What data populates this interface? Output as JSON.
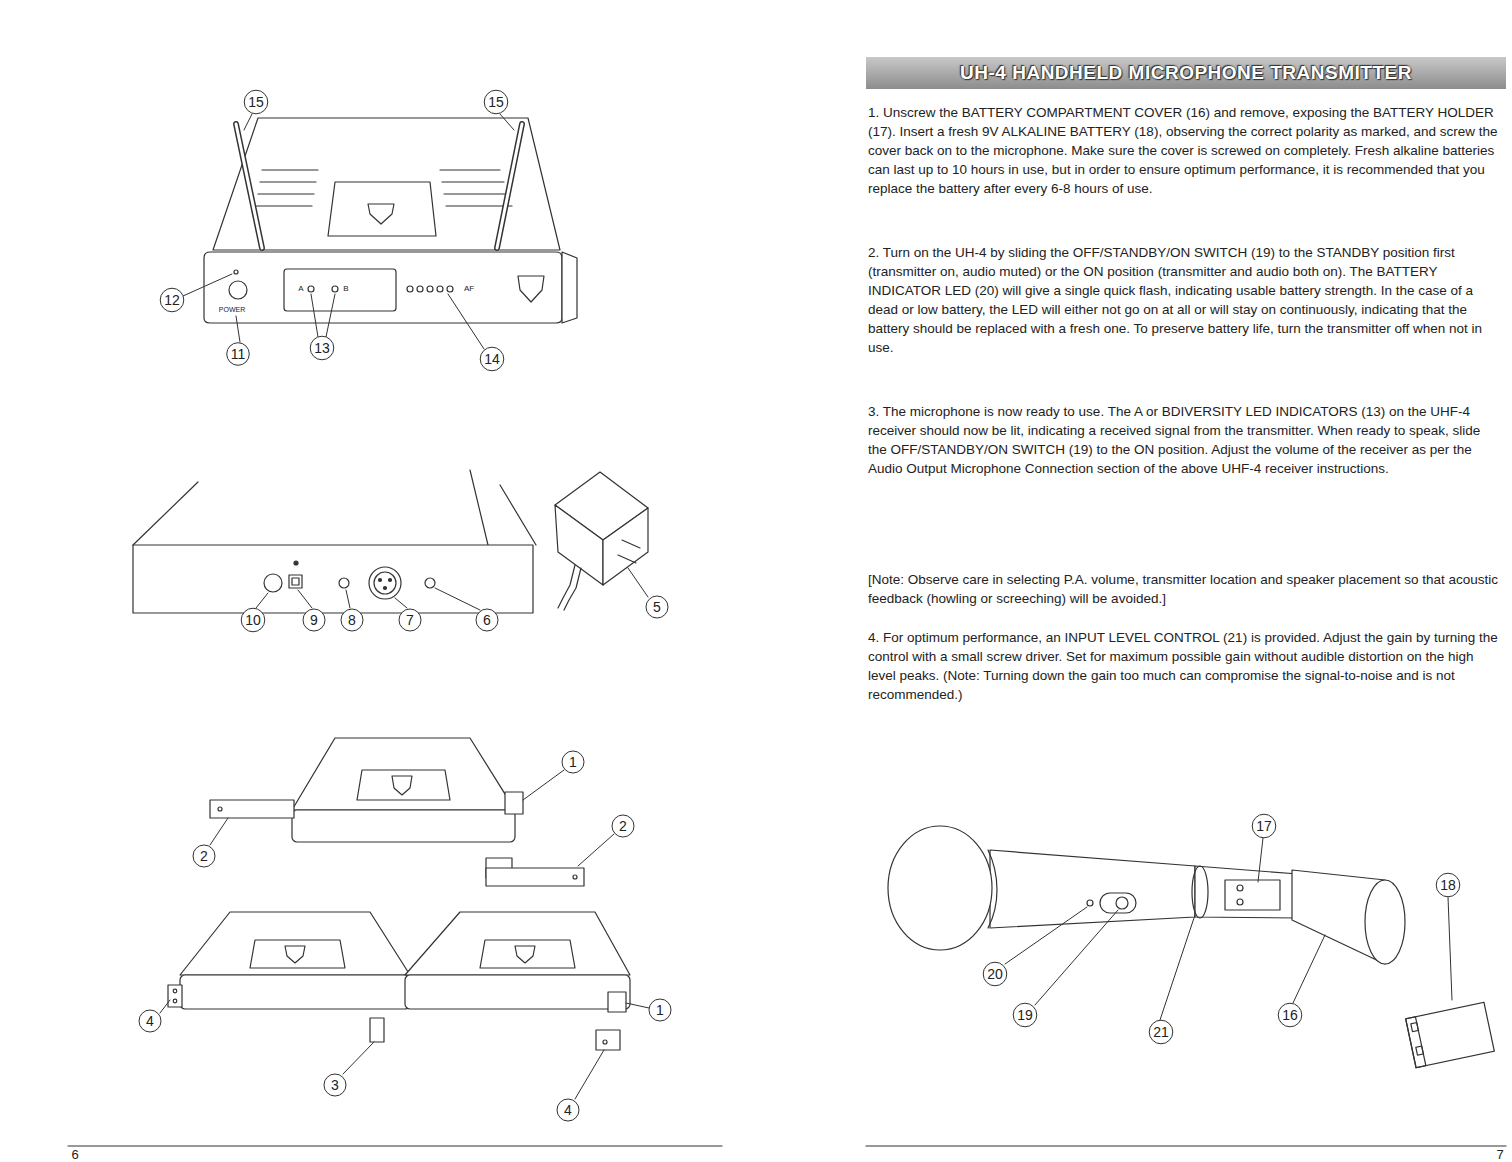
{
  "diagram": {
    "nodes": [
      {
        "text": [
          "UH-4 HANDHELD MICROPHONE TRANSMITTER"
        ]
      }
    ],
    "labels": [
      "15",
      "15",
      "A",
      "B",
      "AF",
      "POWER",
      "12",
      "11",
      "13",
      "14",
      "10",
      "9",
      "8",
      "7",
      "6",
      "5",
      "1",
      "2",
      "2",
      "4",
      "1",
      "3",
      "4",
      "6",
      "1. Unscrew the BATTERY COMPARTMENT COVER (16) and remove, exposing the BATTERY HOLDER (17). Insert a fresh 9V ALKALINE BATTERY (18), observing the correct polarity as marked, and screw the cover back on to the microphone. Make sure the cover is screwed on completely. Fresh alkaline batteries can last up to 10 hours in use, but in order to ensure optimum performance, it is recommended that you replace the battery after every 6-8 hours of use.",
      "2. Turn on the UH-4 by sliding the OFF/STANDBY/ON SWITCH (19) to the STANDBY position first (transmitter on, audio muted) or the ON position (transmitter and audio both on). The BATTERY INDICATOR LED (20) will give a single quick flash, indicating usable battery strength. In the case of a dead or low battery, the LED will either not go on at all or will stay on continuously, indicating that the battery should be replaced with a fresh one. To preserve battery life, turn the transmitter off when not in use.",
      "3. The microphone is now ready to use. The A or BDIVERSITY LED INDICATORS (13) on the UHF-4 receiver should now be lit, indicating a received signal from the transmitter. When ready to speak, slide the OFF/STANDBY/ON SWITCH (19) to the ON position. Adjust the volume of the receiver as per the Audio Output Microphone Connection section of the above UHF-4 receiver instructions.",
      "[Note: Observe care in selecting P.A. volume, transmitter location and speaker placement so that acoustic feedback (howling or screeching) will be avoided.]",
      "4. For optimum performance, an INPUT LEVEL CONTROL (21) is provided. Adjust the gain by turning the control with a small screw driver. Set for maximum possible gain without audible distortion on the high level peaks. (Note: Turning down the gain too much can compromise the signal-to-noise and is not recommended.)",
      "17",
      "18",
      "20",
      "19",
      "21",
      "16",
      "7"
    ]
  }
}
